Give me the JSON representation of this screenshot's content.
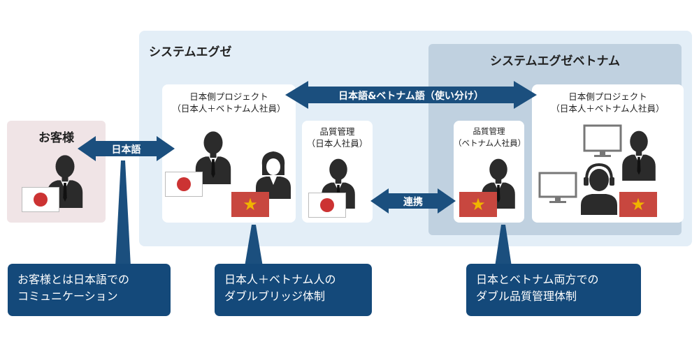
{
  "groups": {
    "main_label": "システムエグゼ",
    "vietnam_label": "システムエグゼベトナム",
    "client_label": "お客様"
  },
  "cards": {
    "jp_project_left": {
      "line1": "日本側プロジェクト",
      "line2": "（日本人＋ベトナム人社員）"
    },
    "qa_japan": {
      "line1": "品質管理",
      "line2": "（日本人社員）"
    },
    "qa_vietnam": {
      "line1": "品質管理",
      "line2": "（ベトナム人社員）"
    },
    "jp_project_right": {
      "line1": "日本側プロジェクト",
      "line2": "（日本人＋ベトナム人社員）"
    }
  },
  "arrows": {
    "bilingual": "日本語&ベトナム語（使い分け）",
    "japanese": "日本語",
    "cooperation": "連携"
  },
  "callouts": {
    "client": {
      "line1": "お客様とは日本語での",
      "line2": "コミュニケーション"
    },
    "bridge": {
      "line1": "日本人＋ベトナム人の",
      "line2": "ダブルブリッジ体制"
    },
    "quality": {
      "line1": "日本とベトナム両方での",
      "line2": "ダブル品質管理体制"
    }
  },
  "colors": {
    "arrow": "#1b4f7e",
    "callout": "#14497a",
    "main_panel": "#e3eef7",
    "vietnam_panel": "#c0d1e0",
    "client_panel": "#f0e4e6",
    "flag_japan_dot": "#cc3333",
    "flag_vietnam": "#c8473f",
    "flag_vietnam_star": "#f0b400"
  },
  "icons": {
    "person": "person-icon",
    "woman": "woman-icon",
    "operator": "headset-operator-icon",
    "monitor": "monitor-icon",
    "flag_japan": "japan-flag-icon",
    "flag_vietnam": "vietnam-flag-icon"
  }
}
